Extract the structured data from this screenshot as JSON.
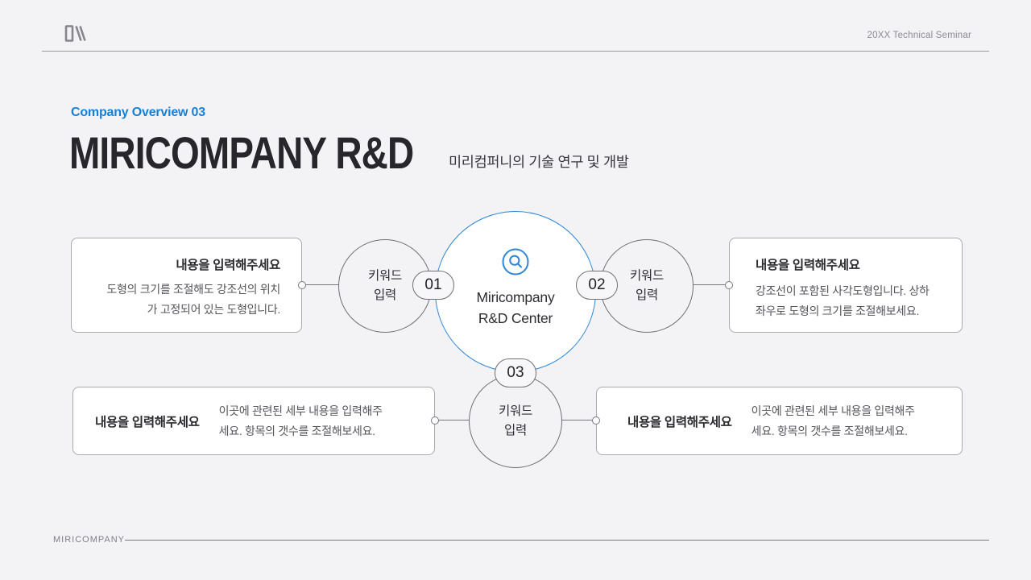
{
  "colors": {
    "background": "#f3f3f5",
    "accent_blue": "#1680d8",
    "circle_blue": "#2e86d6",
    "title_ink": "#26262b",
    "body_gray": "#55555c"
  },
  "header": {
    "logo_icon": "miricompany-logo",
    "event": "20XX Technical Seminar"
  },
  "title": {
    "eyebrow": "Company Overview 03",
    "heading": "MIRICOMPANY R&D",
    "subtitle": "미리컴퍼니의 기술 연구 및 개발"
  },
  "diagram": {
    "center": {
      "icon": "search-icon",
      "line1": "Miricompany",
      "line2": "R&D Center"
    },
    "nodes": [
      {
        "number": "01",
        "keyword_line1": "키워드",
        "keyword_line2": "입력"
      },
      {
        "number": "02",
        "keyword_line1": "키워드",
        "keyword_line2": "입력"
      },
      {
        "number": "03",
        "keyword_line1": "키워드",
        "keyword_line2": "입력"
      }
    ],
    "boxes": {
      "left": {
        "heading": "내용을 입력해주세요",
        "body_line1": "도형의 크기를 조절해도 강조선의 위치",
        "body_line2": "가 고정되어 있는 도형입니다."
      },
      "right": {
        "heading": "내용을 입력해주세요",
        "body_line1": "강조선이 포함된 사각도형입니다. 상하",
        "body_line2": "좌우로 도형의 크기를 조절해보세요."
      },
      "bottom_left": {
        "heading": "내용을 입력해주세요",
        "body_line1": "이곳에 관련된 세부 내용을 입력해주",
        "body_line2": "세요. 항목의 갯수를 조절해보세요."
      },
      "bottom_right": {
        "heading": "내용을 입력해주세요",
        "body_line1": "이곳에 관련된 세부 내용을 입력해주",
        "body_line2": "세요. 항목의 갯수를 조절해보세요."
      }
    }
  },
  "footer": {
    "brand": "MIRICOMPANY"
  }
}
